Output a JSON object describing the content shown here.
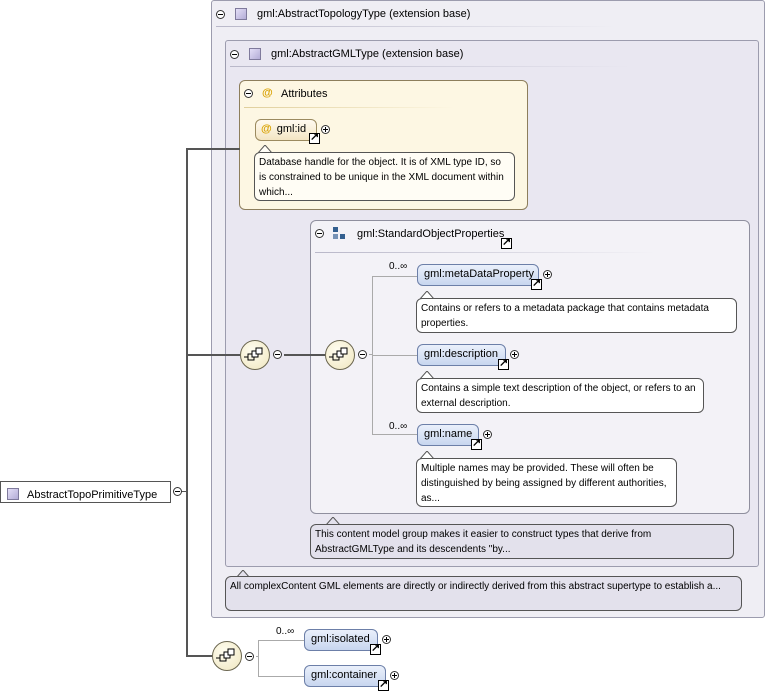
{
  "outer_type": {
    "label": "gml:AbstractTopologyType (extension base)"
  },
  "inner_type": {
    "label": "gml:AbstractGMLType (extension base)"
  },
  "attributes": {
    "header": "Attributes",
    "id_attr": {
      "label": "gml:id",
      "doc": "Database handle for the object. It is of XML type ID, so is constrained to be unique in the XML document within which..."
    }
  },
  "group": {
    "label": "gml:StandardObjectProperties",
    "elements": [
      {
        "label": "gml:metaDataProperty",
        "cardinality": "0..∞",
        "doc": "Contains or refers to a metadata package that contains metadata properties."
      },
      {
        "label": "gml:description",
        "cardinality": "",
        "doc": "Contains a simple text description of the object, or refers to an external description."
      },
      {
        "label": "gml:name",
        "cardinality": "0..∞",
        "doc": "Multiple names may be provided. These will often be distinguished by being assigned by different authorities, as..."
      }
    ],
    "doc": "This content model group makes it easier to construct types that derive from AbstractGMLType and its descendents \"by..."
  },
  "inner_doc": "All complexContent GML elements are directly or indirectly derived from this abstract supertype to establish a...",
  "root": {
    "label": "AbstractTopoPrimitiveType"
  },
  "bottom_sequence": {
    "elements": [
      {
        "label": "gml:isolated",
        "cardinality": "0..∞"
      },
      {
        "label": "gml:container",
        "cardinality": ""
      }
    ]
  }
}
